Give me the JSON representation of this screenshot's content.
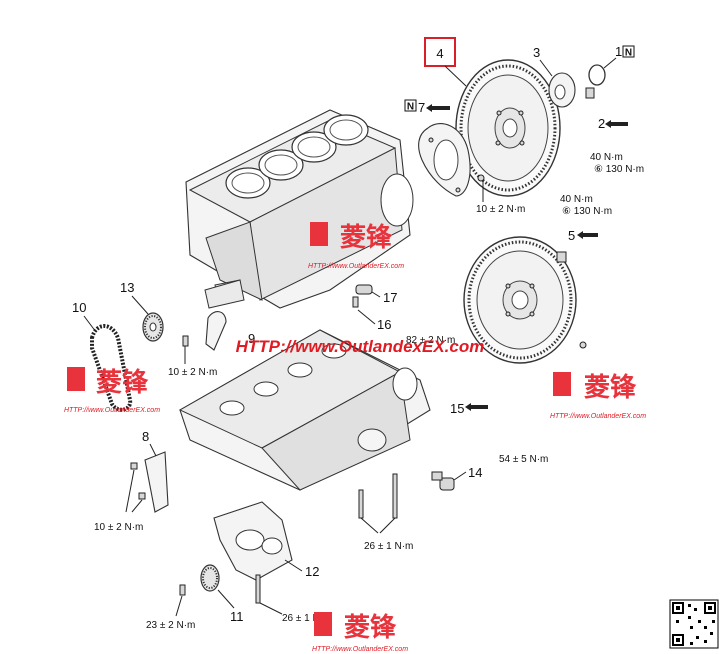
{
  "callouts": {
    "c1": "1",
    "c2": "2",
    "c3": "3",
    "c4": "4",
    "c5": "5",
    "c7": "7",
    "c8": "8",
    "c9": "9",
    "c10": "10",
    "c11": "11",
    "c12": "12",
    "c13": "13",
    "c14": "14",
    "c15": "15",
    "c16": "16",
    "c17": "17"
  },
  "marks": {
    "n1": "N",
    "n7": "N"
  },
  "torques": {
    "t_40a": "40 N·m",
    "t_130a": "⑥ 130 N·m",
    "t_40b": "40 N·m",
    "t_130b": "⑥ 130 N·m",
    "t_10a": "10 ± 2 N·m",
    "t_10b": "10 ± 2 N·m",
    "t_10c": "10 ± 2 N·m",
    "t_82": "82 ± 2 N·m",
    "t_54": "54 ± 5 N·m",
    "t_26a": "26 ± 1 N·m",
    "t_26b": "26 ± 1 N·m",
    "t_23": "23 ± 2 N·m"
  },
  "watermarks": {
    "url_main": "HTTP://www.OutlandexEX.com",
    "brand": "菱锋",
    "url_small": "HTTP://www.OutlanderEX.com"
  },
  "colors": {
    "highlight_box": "#d9202a",
    "watermark_red": "#e01b24"
  }
}
